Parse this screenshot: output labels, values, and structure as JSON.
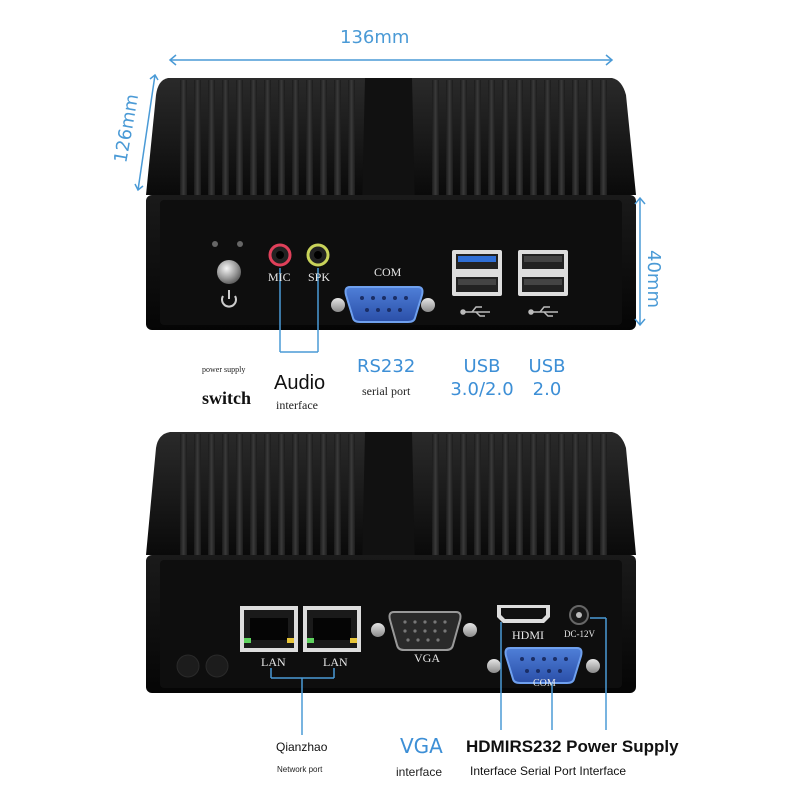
{
  "dimensions": {
    "width": "136mm",
    "depth": "126mm",
    "height": "40mm"
  },
  "front_panel": {
    "mic_label": "MIC",
    "spk_label": "SPK",
    "com_label": "COM",
    "power_caption_small": "power supply",
    "power_caption": "switch",
    "audio_caption": "Audio",
    "audio_caption_sub": "interface",
    "rs232_caption": "RS232",
    "rs232_caption_sub": "serial port",
    "usb3_caption": "USB",
    "usb3_caption_sub": "3.0/2.0",
    "usb2_caption": "USB",
    "usb2_caption_sub": "2.0"
  },
  "rear_panel": {
    "lan1_label": "LAN",
    "lan2_label": "LAN",
    "vga_label": "VGA",
    "hdmi_label": "HDMI",
    "dc_label": "DC-12V",
    "com_label": "COM",
    "network_caption": "Qianzhao",
    "network_caption_sub": "Network port",
    "vga_caption": "VGA",
    "vga_caption_sub": "interface",
    "hdmi_rs232_power_caption": "HDMIRS232 Power Supply",
    "hdmi_rs232_power_caption_sub": "Interface Serial Port Interface"
  },
  "colors": {
    "accent_blue": "#3d8fd6",
    "chassis": "#0d0d0d",
    "usb3_blue": "#2f6fd6"
  }
}
